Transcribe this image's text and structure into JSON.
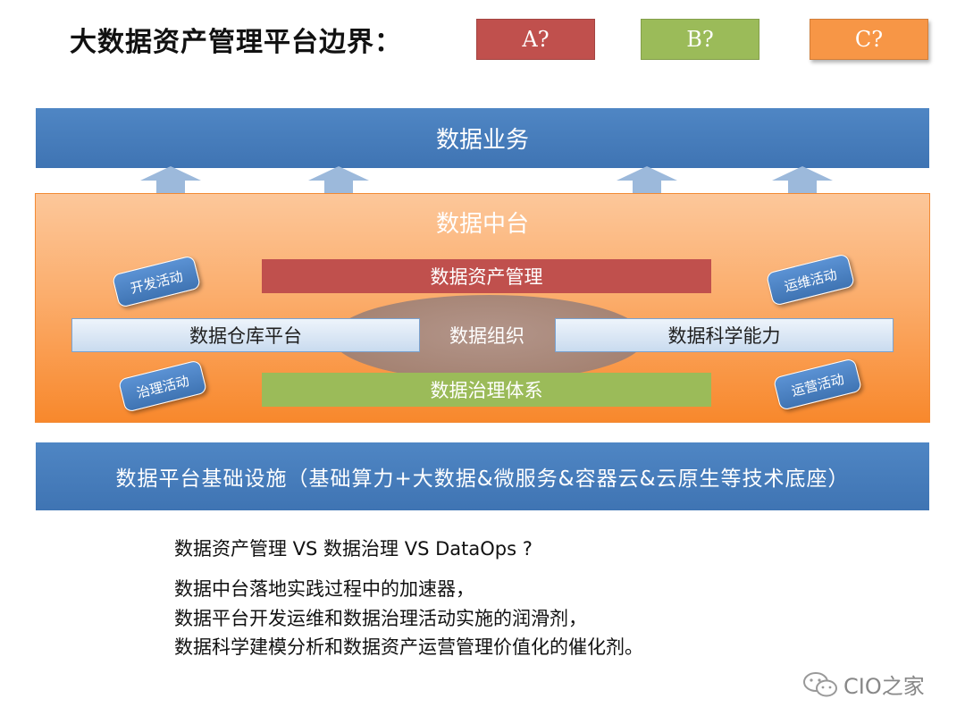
{
  "title": "大数据资产管理平台边界：",
  "legend": [
    {
      "label": "A?",
      "color": "#c0504d"
    },
    {
      "label": "B?",
      "color": "#9bbb59"
    },
    {
      "label": "C?",
      "color": "#f79646"
    }
  ],
  "top_band": "数据业务",
  "middle_platform": {
    "title": "数据中台",
    "asset_mgmt": "数据资产管理",
    "warehouse": "数据仓库平台",
    "organization": "数据组织",
    "science": "数据科学能力",
    "governance": "数据治理体系",
    "activities": {
      "dev": "开发活动",
      "ops": "运维活动",
      "gov": "治理活动",
      "operate": "运营活动"
    }
  },
  "bottom_band": "数据平台基础设施（基础算力+大数据&微服务&容器云&云原生等技术底座）",
  "text_lines": [
    "数据资产管理  VS 数据治理  VS DataOps ?",
    "数据中台落地实践过程中的加速器，",
    "数据平台开发运维和数据治理活动实施的润滑剂，",
    "数据科学建模分析和数据资产运营管理价值化的催化剂。"
  ],
  "watermark": "CIO之家",
  "icons": {
    "arrow": "up-arrow-icon",
    "wechat": "wechat-icon"
  }
}
